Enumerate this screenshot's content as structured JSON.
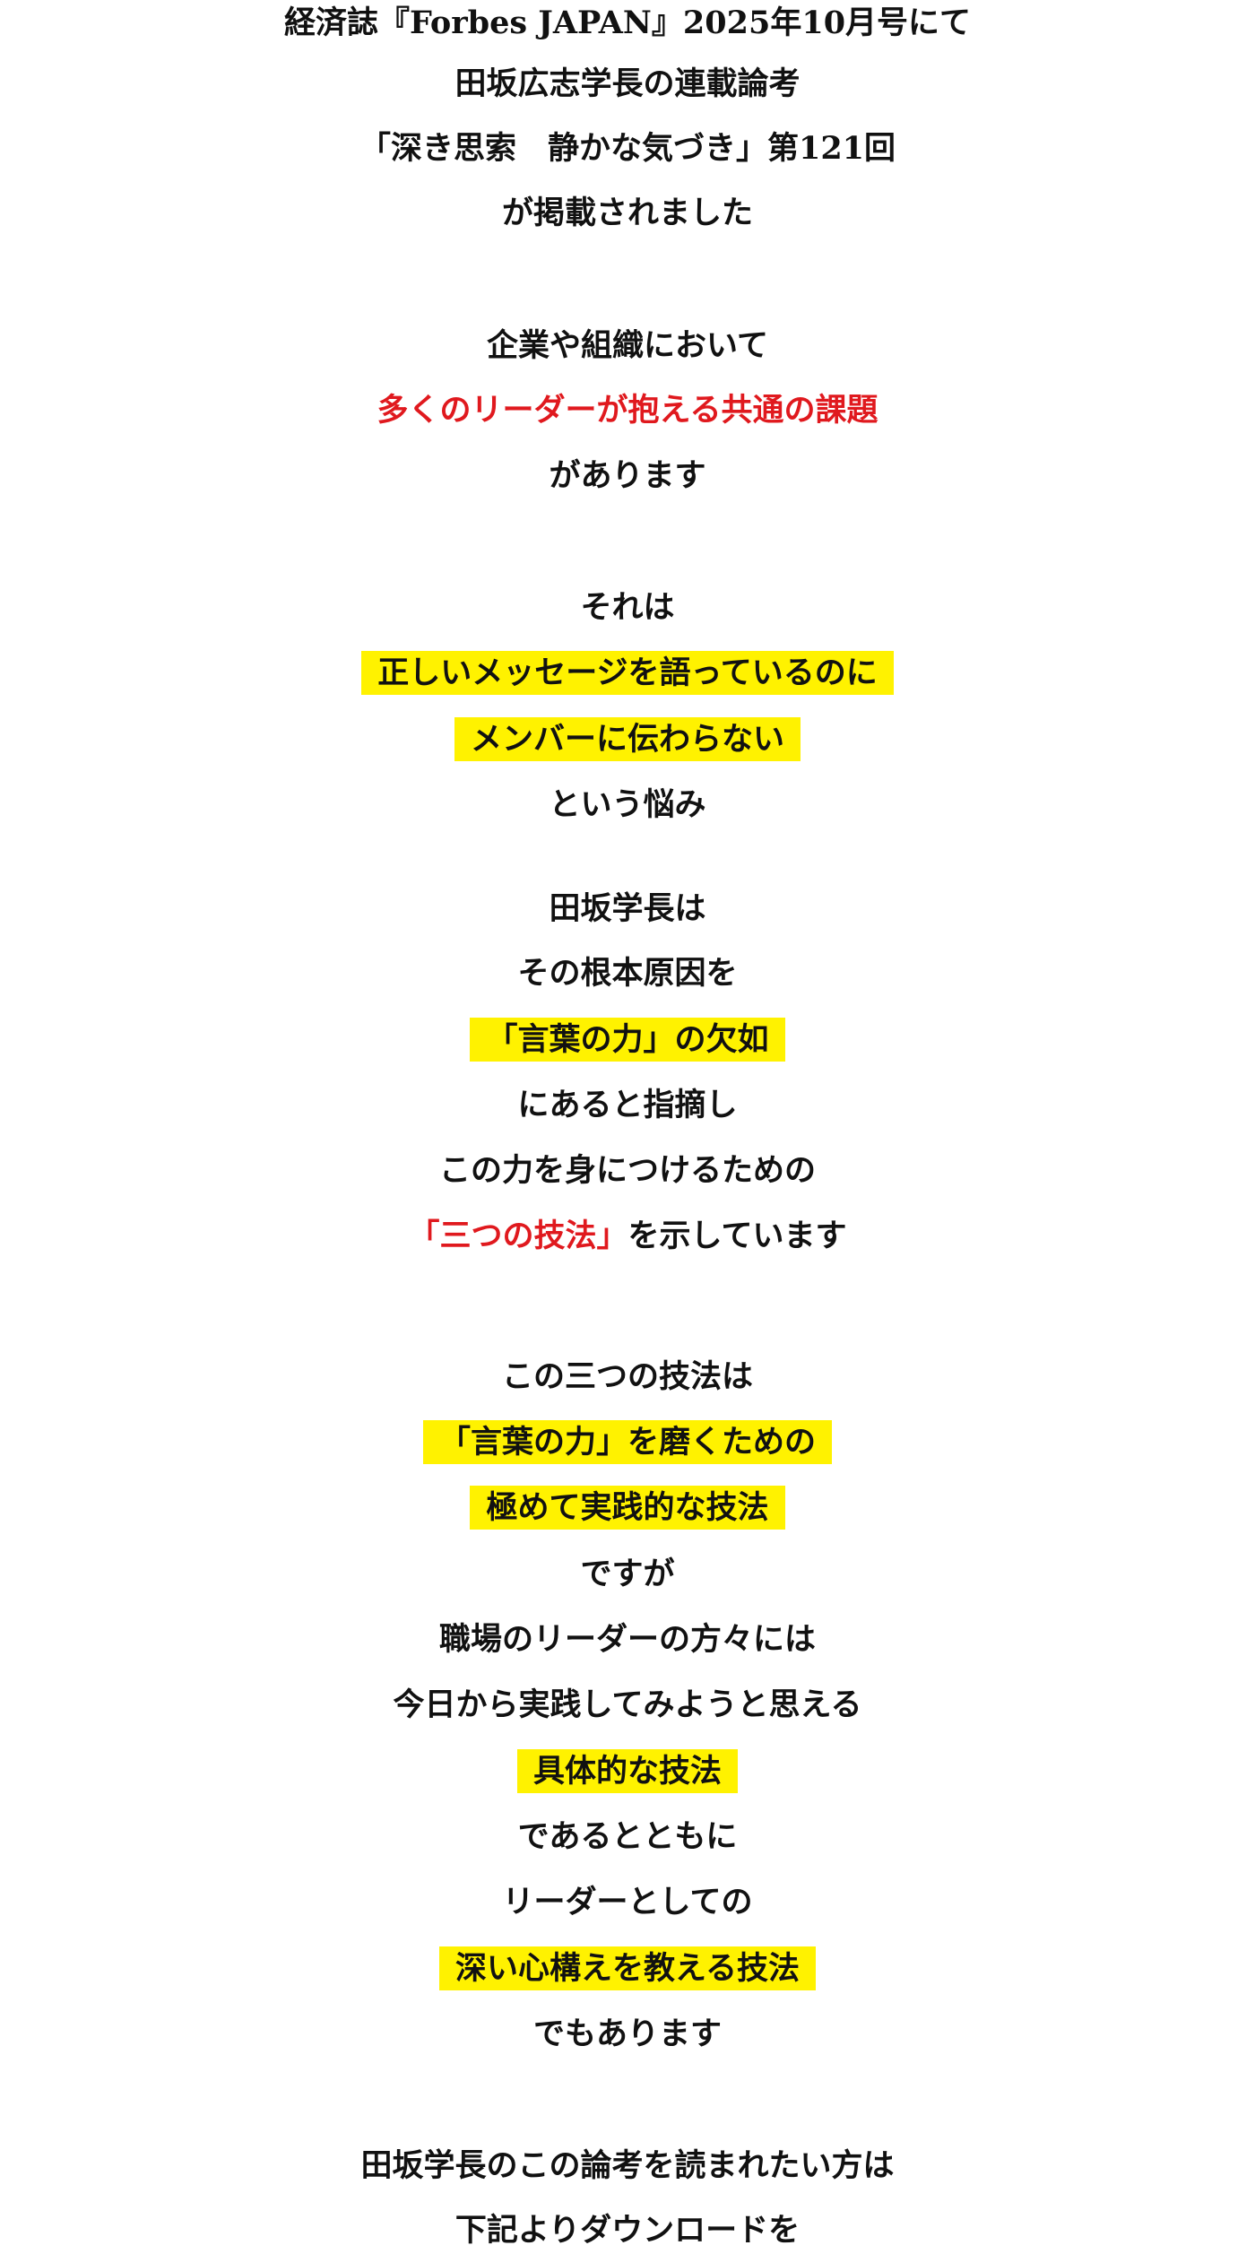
{
  "colors": {
    "text": "#111111",
    "red": "#e0191e",
    "highlight": "#fff200"
  },
  "section1": {
    "line1": "経済誌『Forbes JAPAN』2025年10月号にて",
    "line2": "田坂広志学長の連載論考",
    "line3": "「深き思索　静かな気づき」第121回",
    "line4": "が掲載されました"
  },
  "section2": {
    "line1": "企業や組織において",
    "line2_red": "多くのリーダーが抱える共通の課題",
    "line3": "があります"
  },
  "section3": {
    "line1": "それは",
    "line2_highlight": "正しいメッセージを語っているのに",
    "line3_highlight": "メンバーに伝わらない",
    "line4": "という悩み"
  },
  "section4": {
    "line1": "田坂学長は",
    "line2": "その根本原因を",
    "line3_highlight": "「言葉の力」の欠如",
    "line4": "にあると指摘し",
    "line5": "この力を身につけるための",
    "line6_red": "「三つの技法」",
    "line6_rest": "を示しています"
  },
  "section5": {
    "line1": "この三つの技法は",
    "line2_highlight": "「言葉の力」を磨くための",
    "line3_highlight": "極めて実践的な技法",
    "line4": "ですが",
    "line5": "職場のリーダーの方々には",
    "line6": "今日から実践してみようと思える",
    "line7_highlight": "具体的な技法",
    "line8": "であるとともに",
    "line9": "リーダーとしての",
    "line10_highlight": "深い心構えを教える技法",
    "line11": "でもあります"
  },
  "section6": {
    "line1": "田坂学長のこの論考を読まれたい方は",
    "line2": "下記よりダウンロードを"
  }
}
